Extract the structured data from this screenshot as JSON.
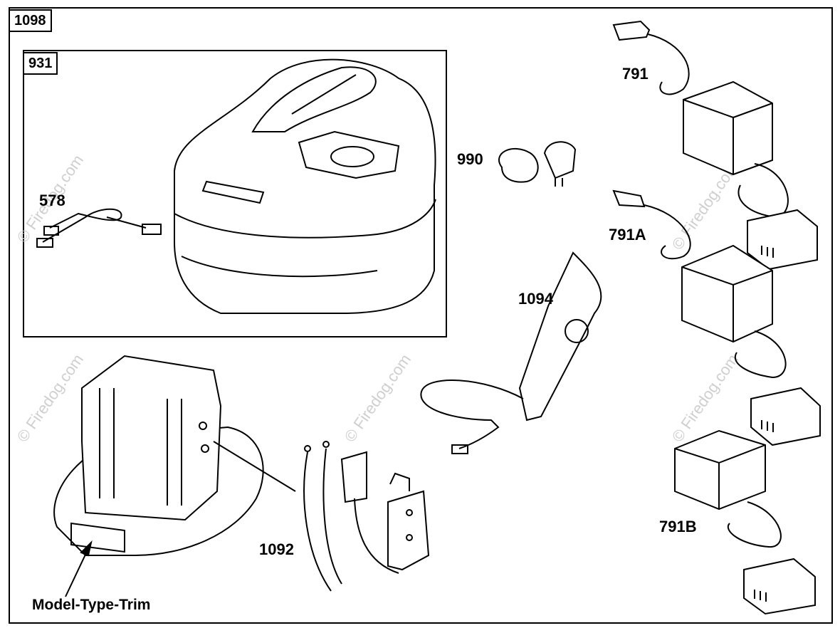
{
  "diagram": {
    "outer_tag": "1098",
    "inner_tag": "931",
    "callouts": {
      "p578": "578",
      "p990": "990",
      "p791": "791",
      "p791a": "791A",
      "p1094": "1094",
      "p791b": "791B",
      "p1092": "1092"
    },
    "caption": "Model-Type-Trim",
    "watermark": "© Firedog.com"
  }
}
